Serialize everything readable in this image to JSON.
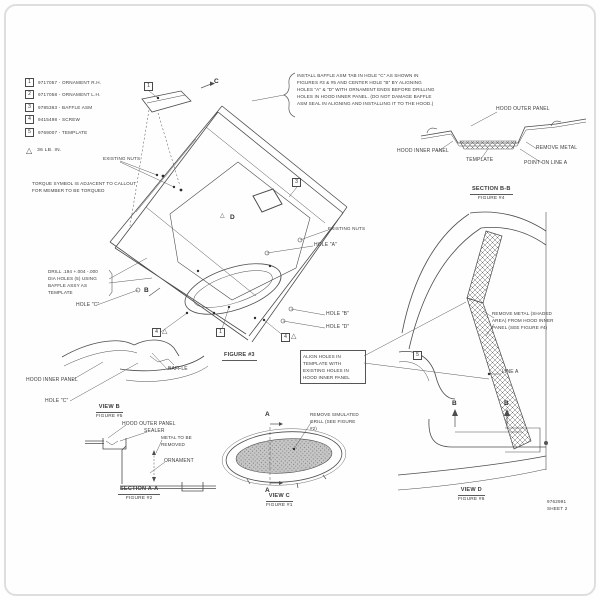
{
  "sheet": {
    "number": "9762991",
    "label": "SHEET 2"
  },
  "parts_list": {
    "items": [
      {
        "num": "1",
        "text": "9717057 - ORNAMENT R.H."
      },
      {
        "num": "2",
        "text": "9717058 - ORNAMENT L.H."
      },
      {
        "num": "3",
        "text": "9785363 - BAFFLE ASM"
      },
      {
        "num": "4",
        "text": "9415498 - SCREW"
      },
      {
        "num": "5",
        "text": "9769007 - TEMPLATE"
      }
    ]
  },
  "notes": {
    "torque_value": "36 LB. IN.",
    "torque_note": "TORQUE SYMBOL IS ADJACENT TO CALLOUT FOR MEMBER TO BE TORQUED",
    "install_note": "INSTALL BAFFLE ASM TAB IN HOLE \"C\" AS SHOWN IN FIGURES #3 & #5 AND CENTER HOLE \"B\" BY ALIGNING HOLES \"A\" & \"D\" WITH ORNAMENT ENDS BEFORE DRILLING HOLES IN HOOD INNER PANEL. (DO NOT DAMAGE BAFFLE ASM SEAL IN ALIGNING AND INSTALLING IT TO THE HOOD.)",
    "drill_note": "DRILL .194 +.004 -.000 DIA HOLES (5) USING BAFFLE ASSY AS TEMPLATE",
    "align_note": "ALIGN HOLES IN TEMPLATE WITH EXISTING HOLES IN HOOD INNER PANEL",
    "remove_grill_note": "REMOVE SIMULATED GRILL (SEE FIGURE #2)",
    "remove_metal_note": "REMOVE METAL (SHADED AREA) FROM HOOD INNER PANEL (SEE FIGURE #4)"
  },
  "labels": {
    "existing_nuts": "EXISTING NUTS",
    "hole_a": "HOLE \"A\"",
    "hole_b": "HOLE \"B\"",
    "hole_c": "HOLE \"C\"",
    "hole_d": "HOLE \"D\"",
    "hood_outer_panel": "HOOD OUTER PANEL",
    "hood_inner_panel": "HOOD INNER PANEL",
    "template": "TEMPLATE",
    "remove_metal": "REMOVE METAL",
    "point_on_line_a": "POINT ON LINE A",
    "baffle": "BAFFLE",
    "sealer": "SEALER",
    "metal_to_be_removed": "METAL TO BE REMOVED",
    "ornament": "ORNAMENT",
    "line_a": "LINE A"
  },
  "markers": {
    "a": "A",
    "b": "B",
    "c": "C",
    "d": "D"
  },
  "callouts": {
    "c1": "1",
    "c2": "2",
    "c3": "3",
    "c4": "4",
    "c5": "5"
  },
  "captions": {
    "main_figure": "FIGURE #3",
    "section_bb": {
      "title": "SECTION B-B",
      "figure": "FIGURE #4"
    },
    "view_b": {
      "title": "VIEW B",
      "figure": "FIGURE #5"
    },
    "section_aa": {
      "title": "SECTION A-A",
      "figure": "FIGURE #2"
    },
    "view_c": {
      "title": "VIEW C",
      "figure": "FIGURE #1"
    },
    "view_d": {
      "title": "VIEW D",
      "figure": "FIGURE #6"
    }
  }
}
